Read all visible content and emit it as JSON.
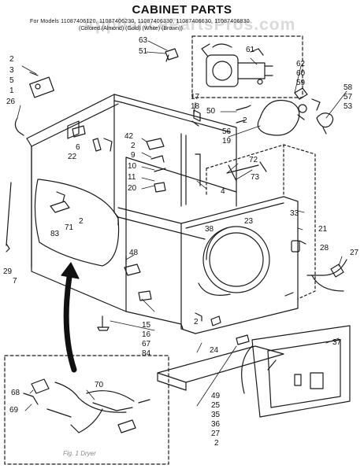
{
  "page": {
    "title": "CABINET PARTS",
    "model_numbers": "For Models 11087406120, 11087406230, 11087406330, 11087406630, 11087406830",
    "color_codes": "(Colored (Almond)   (Gold)   (White)   (Brown))",
    "watermark": "AppliancePartsPros.com",
    "footer_caption": "Fig. 1 Dryer"
  },
  "callouts": [
    {
      "id": "63",
      "text": "63"
    },
    {
      "id": "51",
      "text": "51"
    },
    {
      "id": "61",
      "text": "61"
    },
    {
      "id": "62",
      "text": "62"
    },
    {
      "id": "60",
      "text": "60"
    },
    {
      "id": "59",
      "text": "59"
    },
    {
      "id": "58",
      "text": "58"
    },
    {
      "id": "57",
      "text": "57"
    },
    {
      "id": "53",
      "text": "53"
    },
    {
      "id": "2a",
      "text": "2"
    },
    {
      "id": "3",
      "text": "3"
    },
    {
      "id": "5",
      "text": "5"
    },
    {
      "id": "1",
      "text": "1"
    },
    {
      "id": "26",
      "text": "26"
    },
    {
      "id": "17",
      "text": "17"
    },
    {
      "id": "18",
      "text": "18"
    },
    {
      "id": "50",
      "text": "50"
    },
    {
      "id": "2b",
      "text": "2"
    },
    {
      "id": "56",
      "text": "56"
    },
    {
      "id": "19",
      "text": "19"
    },
    {
      "id": "42",
      "text": "42"
    },
    {
      "id": "2c",
      "text": "2"
    },
    {
      "id": "6",
      "text": "6"
    },
    {
      "id": "22",
      "text": "22"
    },
    {
      "id": "9",
      "text": "9"
    },
    {
      "id": "10",
      "text": "10"
    },
    {
      "id": "11",
      "text": "11"
    },
    {
      "id": "20",
      "text": "20"
    },
    {
      "id": "72",
      "text": "72"
    },
    {
      "id": "73",
      "text": "73"
    },
    {
      "id": "4",
      "text": "4"
    },
    {
      "id": "33",
      "text": "33"
    },
    {
      "id": "23",
      "text": "23"
    },
    {
      "id": "38",
      "text": "38"
    },
    {
      "id": "21",
      "text": "21"
    },
    {
      "id": "2d",
      "text": "2"
    },
    {
      "id": "83",
      "text": "83"
    },
    {
      "id": "71",
      "text": "71"
    },
    {
      "id": "28",
      "text": "28"
    },
    {
      "id": "27",
      "text": "27"
    },
    {
      "id": "48",
      "text": "48"
    },
    {
      "id": "29",
      "text": "29"
    },
    {
      "id": "7",
      "text": "7"
    },
    {
      "id": "15",
      "text": "15"
    },
    {
      "id": "16",
      "text": "16"
    },
    {
      "id": "67",
      "text": "67"
    },
    {
      "id": "84",
      "text": "84"
    },
    {
      "id": "2e",
      "text": "2"
    },
    {
      "id": "24",
      "text": "24"
    },
    {
      "id": "37",
      "text": "37"
    },
    {
      "id": "49",
      "text": "49"
    },
    {
      "id": "25",
      "text": "25"
    },
    {
      "id": "35",
      "text": "35"
    },
    {
      "id": "36",
      "text": "36"
    },
    {
      "id": "27b",
      "text": "27"
    },
    {
      "id": "2f",
      "text": "2"
    },
    {
      "id": "68",
      "text": "68"
    },
    {
      "id": "70",
      "text": "70"
    },
    {
      "id": "69",
      "text": "69"
    }
  ],
  "colors": {
    "line": "#1a1a1a",
    "background": "#ffffff",
    "watermark": "#969696"
  }
}
